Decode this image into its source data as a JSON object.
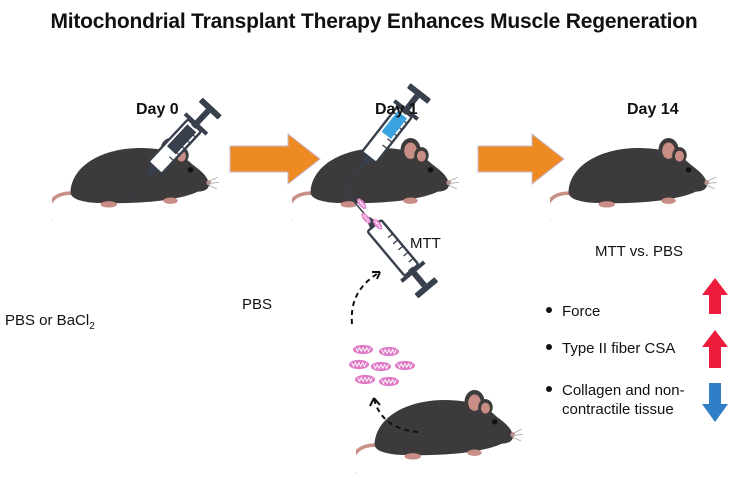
{
  "title": "Mitochondrial Transplant Therapy Enhances Muscle Regeneration",
  "timeline": {
    "day0": "Day 0",
    "day1": "Day 1",
    "day14": "Day 14"
  },
  "injections": {
    "day0_label": "PBS or BaCl",
    "day0_subscript": "2",
    "pbs_label": "PBS",
    "mtt_label": "MTT"
  },
  "outcomes": {
    "comparison": "MTT vs. PBS",
    "items": [
      {
        "line1": "Force",
        "line2": "",
        "direction": "up"
      },
      {
        "line1": "Type II fiber CSA",
        "line2": "",
        "direction": "up"
      },
      {
        "line1": "Collagen and non-",
        "line2": "contractile tissue",
        "direction": "down"
      }
    ]
  },
  "colors": {
    "arrow_orange": "#ee8a22",
    "arrow_up_red": "#ee1c3c",
    "arrow_down_blue": "#2f7fc6",
    "mouse_body": "#3c3a3b",
    "mouse_ear": "#c88e86",
    "tail": "#c99086",
    "syringe_outline": "#37404c",
    "pbs_fluid": "#3aa3e0",
    "mitochondria": "#e07cc7"
  },
  "icons": [
    "mouse-icon",
    "syringe-icon",
    "mitochondria-icon",
    "arrow-up-icon",
    "arrow-down-icon"
  ]
}
